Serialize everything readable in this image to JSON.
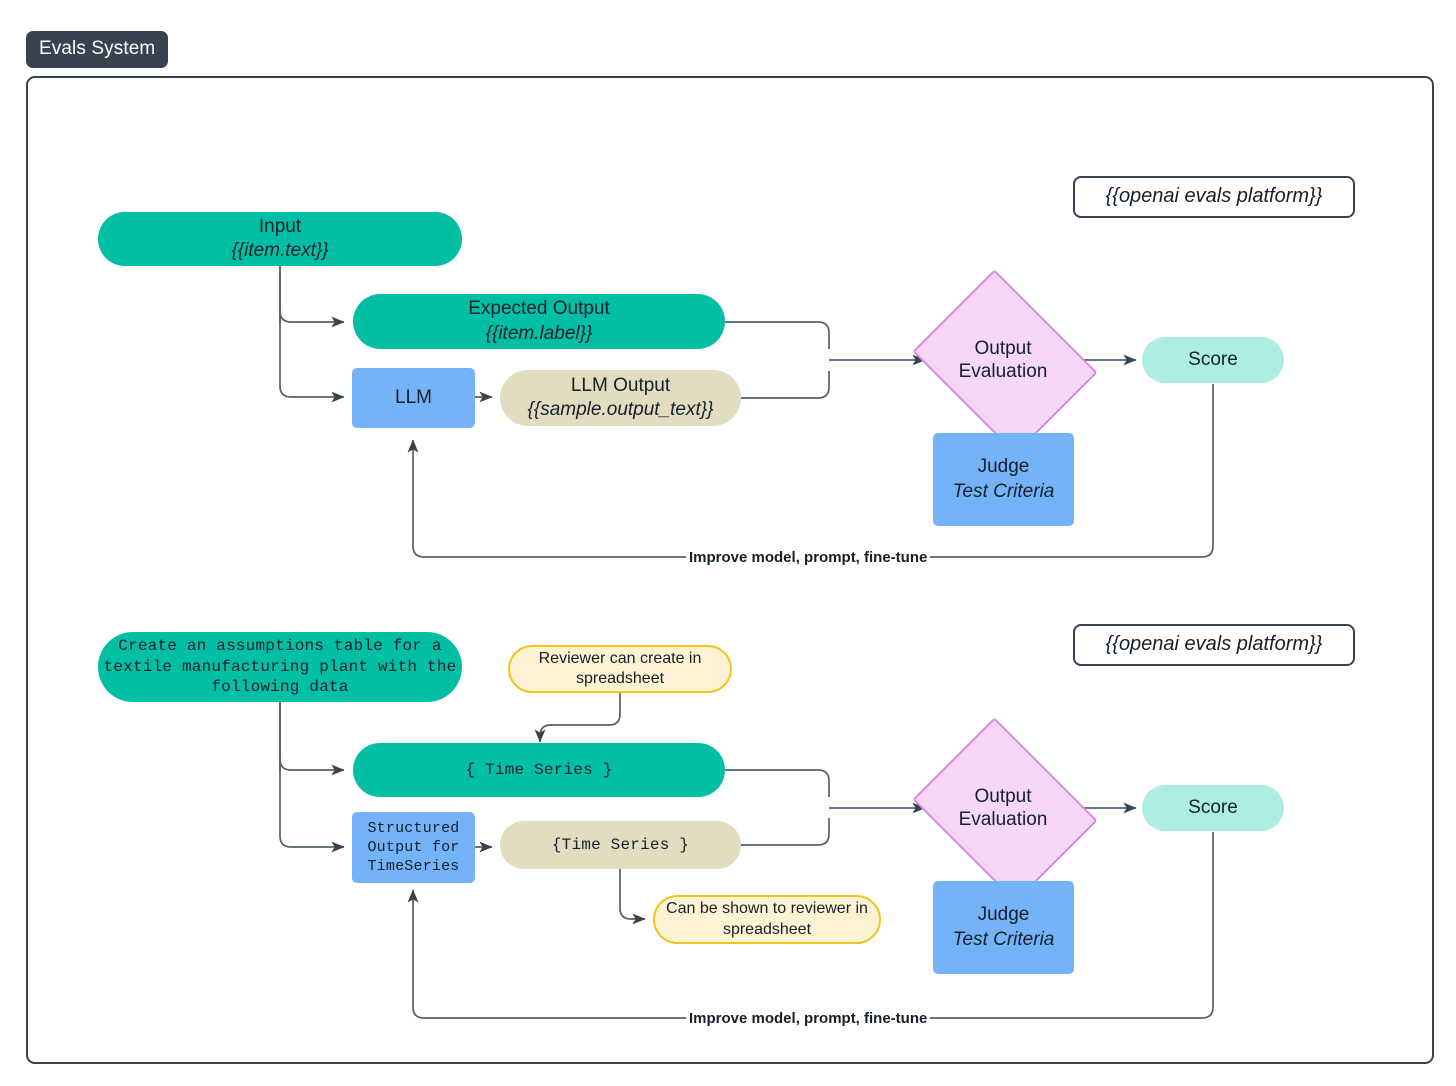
{
  "title": "Evals System",
  "diagram": {
    "type": "flowchart",
    "sections": [
      {
        "id": "top",
        "platform_label": "{{openai evals platform}}",
        "nodes": [
          {
            "id": "input",
            "shape": "pill-teal",
            "line1": "Input",
            "line2": "{{item.text}}"
          },
          {
            "id": "expected-output",
            "shape": "pill-teal",
            "line1": "Expected Output",
            "line2": "{{item.label}}"
          },
          {
            "id": "llm",
            "shape": "box-blue",
            "line1": "LLM",
            "line2": ""
          },
          {
            "id": "llm-output",
            "shape": "pill-beige",
            "line1": "LLM Output",
            "line2": "{{sample.output_text}}"
          },
          {
            "id": "output-evaluation",
            "shape": "diamond",
            "line1": "Output",
            "line2": "Evaluation"
          },
          {
            "id": "score",
            "shape": "pill-mint",
            "line1": "Score",
            "line2": ""
          },
          {
            "id": "judge",
            "shape": "box-blue",
            "line1": "Judge",
            "line2": "Test Criteria"
          }
        ],
        "edge_label": "Improve model, prompt, fine-tune"
      },
      {
        "id": "bottom",
        "platform_label": "{{openai evals platform}}",
        "nodes": [
          {
            "id": "prompt-input",
            "shape": "pill-teal",
            "line1": "Create an assumptions table for a",
            "line2": "textile manufacturing plant with the",
            "line3": "following data"
          },
          {
            "id": "reviewer-note",
            "shape": "pill-yellow",
            "line1": "Reviewer can create in",
            "line2": "spreadsheet"
          },
          {
            "id": "expected-timeseries",
            "shape": "pill-teal",
            "line1": "{ Time Series }",
            "line2": ""
          },
          {
            "id": "structured-output",
            "shape": "box-blue",
            "line1": "Structured",
            "line2": "Output for",
            "line3": "TimeSeries"
          },
          {
            "id": "model-timeseries",
            "shape": "pill-beige",
            "line1": "{Time Series }",
            "line2": ""
          },
          {
            "id": "reviewer-note-2",
            "shape": "pill-yellow",
            "line1": "Can be shown to reviewer in",
            "line2": "spreadsheet"
          },
          {
            "id": "output-evaluation-2",
            "shape": "diamond",
            "line1": "Output",
            "line2": "Evaluation"
          },
          {
            "id": "score-2",
            "shape": "pill-mint",
            "line1": "Score",
            "line2": ""
          },
          {
            "id": "judge-2",
            "shape": "box-blue",
            "line1": "Judge",
            "line2": "Test Criteria"
          }
        ],
        "edge_label": "Improve model, prompt, fine-tune"
      }
    ]
  },
  "colors": {
    "teal": "#00bfa5",
    "mint": "#aeeee2",
    "beige": "#e2dcc0",
    "blue": "#74b3f7",
    "pink": "#f6d7f8",
    "pink_border": "#d98ade",
    "yellow_fill": "#fdf3d3",
    "yellow_border": "#f0c420",
    "frame": "#39424e",
    "title_bg": "#39424e",
    "edge": "#56606b",
    "text": "#15202b"
  }
}
